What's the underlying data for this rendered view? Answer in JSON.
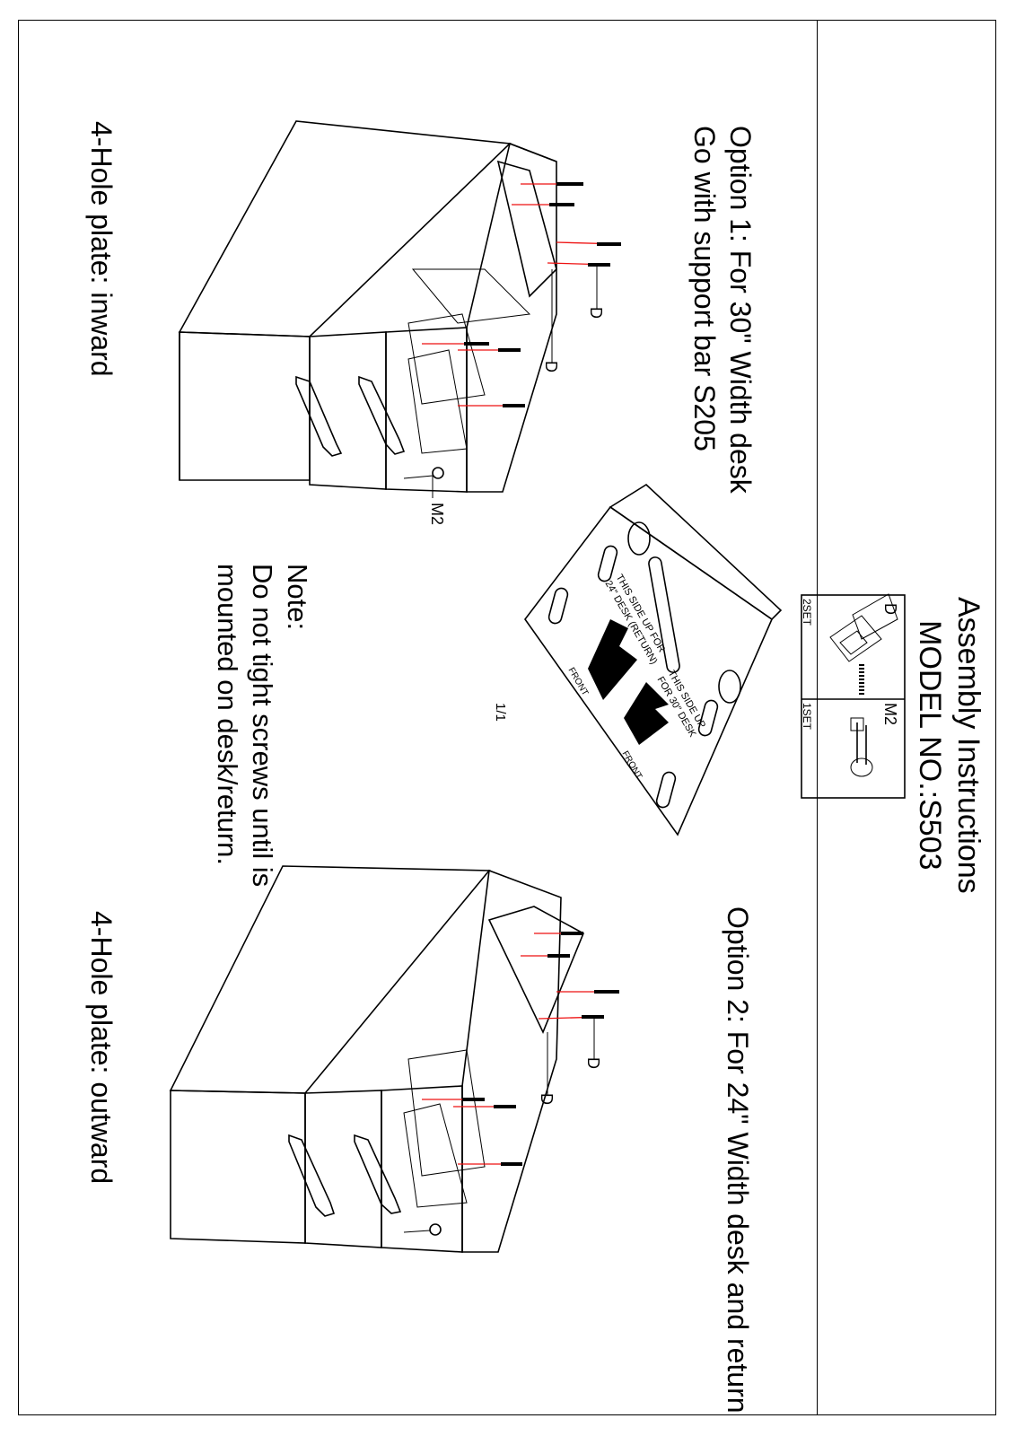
{
  "header": {
    "title_line1": "Assembly Instructions",
    "title_line2": "MODEL NO.:S503"
  },
  "parts": [
    {
      "code": "D",
      "qty": "2SET"
    },
    {
      "code": "M2",
      "qty": "1SET"
    }
  ],
  "option1": {
    "line1": "Option 1: For 30\" Width desk",
    "line2": "Go with support bar S205",
    "caption": "4-Hole plate: inward",
    "callout_lock": "M2",
    "callout_screw": "D"
  },
  "option2": {
    "line1": "Option 2: For 24\" Width desk and return",
    "caption": "4-Hole plate: outward",
    "callout_screw": "D"
  },
  "plate": {
    "text_a_line1": "THIS SIDE UP FOR",
    "text_a_line2": "24\" DESK (RETURN)",
    "text_b_line1": "THIS SIDE UP",
    "text_b_line2": "FOR 30\" DESK",
    "front_a": "FRONT",
    "front_b": "FRONT"
  },
  "note": {
    "heading": "Note:",
    "line1": "Do not tight screws until is",
    "line2": "mounted on desk/return."
  },
  "page_number": "1/1"
}
